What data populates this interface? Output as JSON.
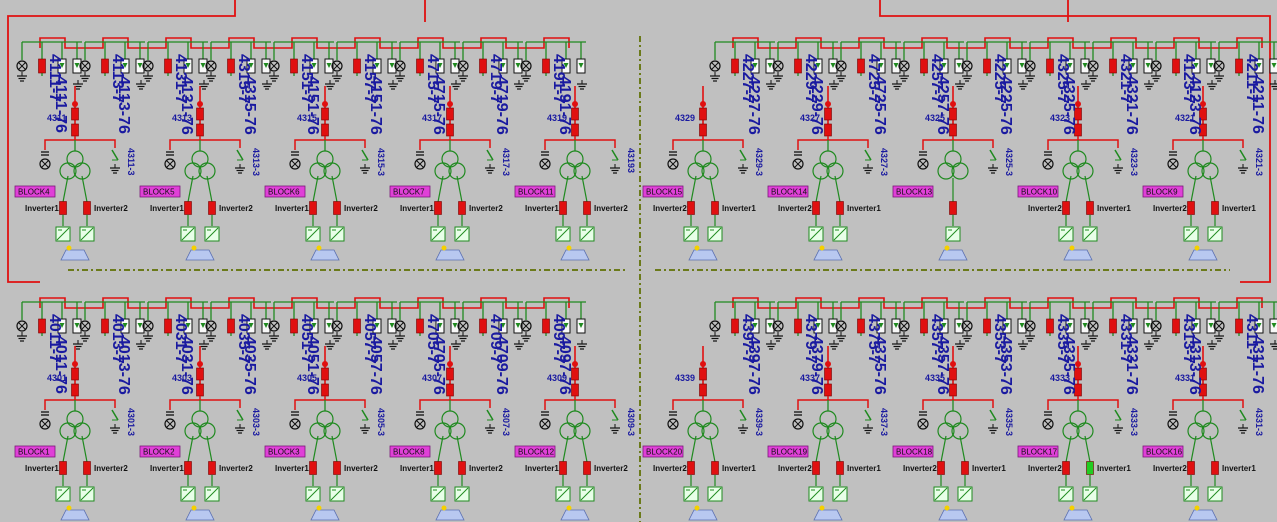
{
  "title": "",
  "colors": {
    "background": "#c0c0c0",
    "feeder_line": "#e01010",
    "breaker_closed": "#e01010",
    "breaker_open": "#22cc22",
    "branch_line": "#1f8a1f",
    "label_text": "#1a1aa0",
    "block_tag_fill": "#e040d8",
    "divider": "#6b7a1a"
  },
  "quadrants": [
    {
      "id": "top-left",
      "top_switches": [
        "4111-7",
        "4111-76",
        "4113-7",
        "4113-76",
        "4131-7",
        "4131-76",
        "4315-7",
        "4315-76",
        "4151-7",
        "4151-76",
        "4157-7",
        "4151-76",
        "4715-7",
        "4715-76",
        "4719-7",
        "4719-76",
        "4191-7",
        "4191-76"
      ],
      "units": [
        {
          "bus": "4311",
          "ground": "4311-3",
          "block": "BLOCK4",
          "left_inv": "Inverter1",
          "right_inv": "Inverter2"
        },
        {
          "bus": "4313",
          "ground": "4313-3",
          "block": "BLOCK5",
          "left_inv": "Inverter1",
          "right_inv": "Inverter2"
        },
        {
          "bus": "4315",
          "ground": "4315-3",
          "block": "BLOCK6",
          "left_inv": "Inverter1",
          "right_inv": "Inverter2"
        },
        {
          "bus": "4317",
          "ground": "4317-3",
          "block": "BLOCK7",
          "left_inv": "Inverter1",
          "right_inv": "Inverter2"
        },
        {
          "bus": "4319",
          "ground": "43193",
          "block": "BLOCK11",
          "left_inv": "Inverter1",
          "right_inv": "Inverter2"
        }
      ]
    },
    {
      "id": "top-right",
      "top_switches": [
        "4227-7",
        "4227-76",
        "4229-7",
        "4229-76",
        "4725-7",
        "4725-76",
        "4257-7",
        "4257-76",
        "4225-7",
        "4225-76",
        "4325-7",
        "4325-76",
        "4321-7",
        "4321-76",
        "4123-7",
        "4123-76",
        "4211-7",
        "4211-76"
      ],
      "units": [
        {
          "bus": "4329",
          "ground": "4329-3",
          "block": "BLOCK15",
          "left_inv": "Inverter2",
          "right_inv": "Inverter1"
        },
        {
          "bus": "4327",
          "ground": "4327-3",
          "block": "BLOCK14",
          "left_inv": "Inverter2",
          "right_inv": "Inverter1"
        },
        {
          "bus": "4325",
          "ground": "4325-3",
          "block": "BLOCK13",
          "left_inv": "",
          "right_inv": ""
        },
        {
          "bus": "4323",
          "ground": "4323-3",
          "block": "BLOCK10",
          "left_inv": "Inverter2",
          "right_inv": "Inverter1"
        },
        {
          "bus": "4321",
          "ground": "4321-3",
          "block": "BLOCK9",
          "left_inv": "Inverter2",
          "right_inv": "Inverter1"
        }
      ]
    },
    {
      "id": "bottom-left",
      "top_switches": [
        "4011-7",
        "4011-76",
        "4013-7",
        "4013-76",
        "4031-7",
        "4031-76",
        "4035-7",
        "4035-76",
        "4051-7",
        "4051-76",
        "4057-7",
        "4057-76",
        "4705-7",
        "4705-76",
        "4709-7",
        "4709-76",
        "4097-7",
        "4097-76"
      ],
      "units": [
        {
          "bus": "4301",
          "ground": "4301-3",
          "block": "BLOCK1",
          "left_inv": "Inverter1",
          "right_inv": "Inverter2"
        },
        {
          "bus": "4303",
          "ground": "4303-3",
          "block": "BLOCK2",
          "left_inv": "Inverter1",
          "right_inv": "Inverter2"
        },
        {
          "bus": "4305",
          "ground": "4305-3",
          "block": "BLOCK3",
          "left_inv": "Inverter1",
          "right_inv": "Inverter2"
        },
        {
          "bus": "4307",
          "ground": "4307-3",
          "block": "BLOCK8",
          "left_inv": "Inverter1",
          "right_inv": "Inverter2"
        },
        {
          "bus": "4309",
          "ground": "4309-3",
          "block": "BLOCK12",
          "left_inv": "Inverter1",
          "right_inv": "Inverter2"
        }
      ]
    },
    {
      "id": "bottom-right",
      "top_switches": [
        "4397-7",
        "4397-76",
        "4379-7",
        "4379-76",
        "4375-7",
        "4375-76",
        "4357-7",
        "4357-76",
        "4353-7",
        "4353-76",
        "4335-7",
        "4335-76",
        "4331-7",
        "4331-76",
        "4313-7",
        "4313-76",
        "4311-7",
        "4311-76"
      ],
      "units": [
        {
          "bus": "4339",
          "ground": "4339-3",
          "block": "BLOCK20",
          "left_inv": "Inverter2",
          "right_inv": "Inverter1"
        },
        {
          "bus": "4337",
          "ground": "4337-3",
          "block": "BLOCK19",
          "left_inv": "Inverter2",
          "right_inv": "Inverter1"
        },
        {
          "bus": "4335",
          "ground": "4335-3",
          "block": "BLOCK18",
          "left_inv": "Inverter2",
          "right_inv": "Inverter1"
        },
        {
          "bus": "4333",
          "ground": "4333-3",
          "block": "BLOCK17",
          "left_inv": "Inverter2",
          "right_inv": "Inverter1",
          "right_open": true
        },
        {
          "bus": "4331",
          "ground": "4331-3",
          "block": "BLOCK16",
          "left_inv": "Inverter2",
          "right_inv": "Inverter1"
        }
      ]
    }
  ]
}
